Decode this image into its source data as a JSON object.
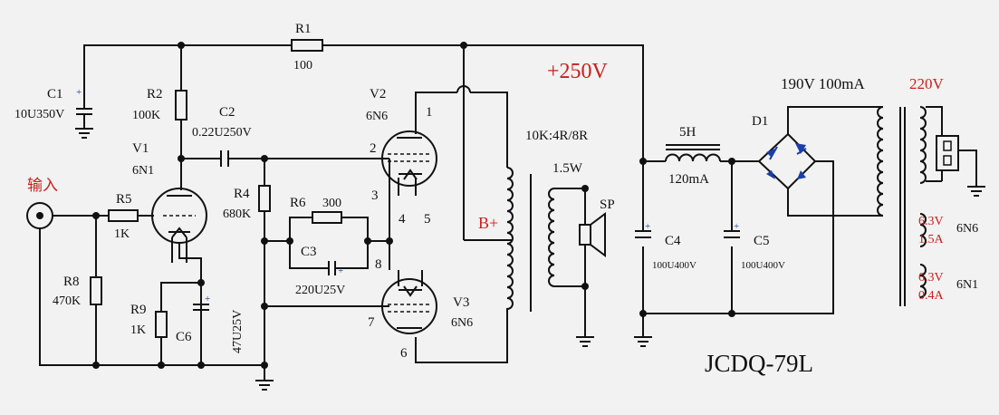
{
  "supply_label": "+250V",
  "title": "JCDQ-79L",
  "input_label": "输入",
  "resistors": [
    {
      "ref": "R1",
      "value": "100"
    },
    {
      "ref": "R2",
      "value": "100K"
    },
    {
      "ref": "R4",
      "value": "680K"
    },
    {
      "ref": "R5",
      "value": "1K"
    },
    {
      "ref": "R6",
      "value": "300"
    },
    {
      "ref": "R8",
      "value": "470K"
    },
    {
      "ref": "R9",
      "value": "1K"
    }
  ],
  "capacitors": [
    {
      "ref": "C1",
      "value": "10U350V"
    },
    {
      "ref": "C2",
      "value": "0.22U250V"
    },
    {
      "ref": "C3",
      "value": "220U25V"
    },
    {
      "ref": "C4",
      "value": "100U400V"
    },
    {
      "ref": "C5",
      "value": "100U400V"
    },
    {
      "ref": "C6",
      "value": "47U25V"
    }
  ],
  "tubes": [
    {
      "ref": "V1",
      "type": "6N1"
    },
    {
      "ref": "V2",
      "type": "6N6"
    },
    {
      "ref": "V3",
      "type": "6N6"
    }
  ],
  "pins": {
    "v2_plate": "1",
    "v2_grid": "2",
    "v2_cathode": "3",
    "v2_heater_a": "4",
    "v2_heater_b": "5",
    "v3_cathode": "8",
    "v3_grid": "7",
    "v3_plate": "6"
  },
  "output_transformer": {
    "ratio": "10K:4R/8R",
    "power": "1.5W",
    "tap": "B+"
  },
  "speaker": {
    "label": "SP"
  },
  "choke": {
    "inductance": "5H",
    "current": "120mA"
  },
  "rectifier": {
    "ref": "D1"
  },
  "power_transformer": {
    "hv": "190V 100mA",
    "mains": "220V",
    "windings": [
      {
        "voltage": "6.3V",
        "current": "1.5A",
        "tube": "6N6"
      },
      {
        "voltage": "6.3V",
        "current": "0.4A",
        "tube": "6N1"
      }
    ]
  },
  "colors": {
    "wire": "#111111",
    "accent": "#c8201c",
    "electrolytic": "#1a3fa8",
    "diode": "#1a3fa8"
  }
}
